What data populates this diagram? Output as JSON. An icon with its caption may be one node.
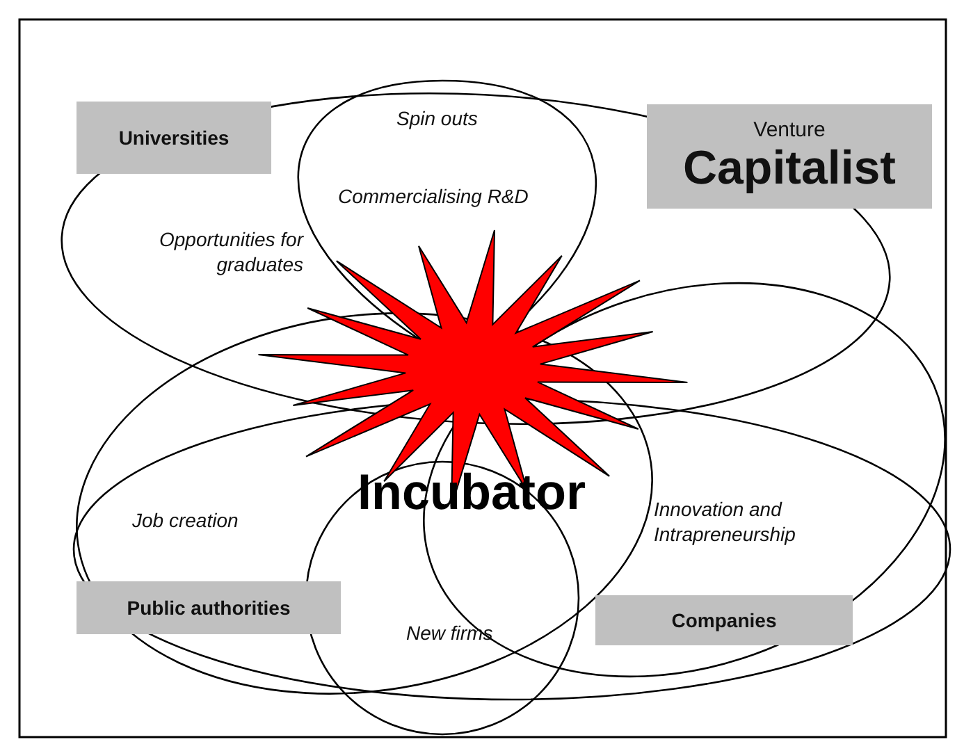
{
  "diagram": {
    "nodes": [
      {
        "text": [
          "Universities"
        ]
      },
      {
        "text": [
          "Venture",
          "Capitalist"
        ]
      },
      {
        "text": [
          "Incubator"
        ]
      },
      {
        "text": [
          "Public authorities"
        ]
      },
      {
        "text": [
          "Companies"
        ]
      }
    ],
    "labels": [
      "Spin outs",
      "Commercialising R&D",
      "Opportunities for graduates",
      "Job creation",
      "Innovation and Intrapreneurship",
      "New firms"
    ]
  }
}
